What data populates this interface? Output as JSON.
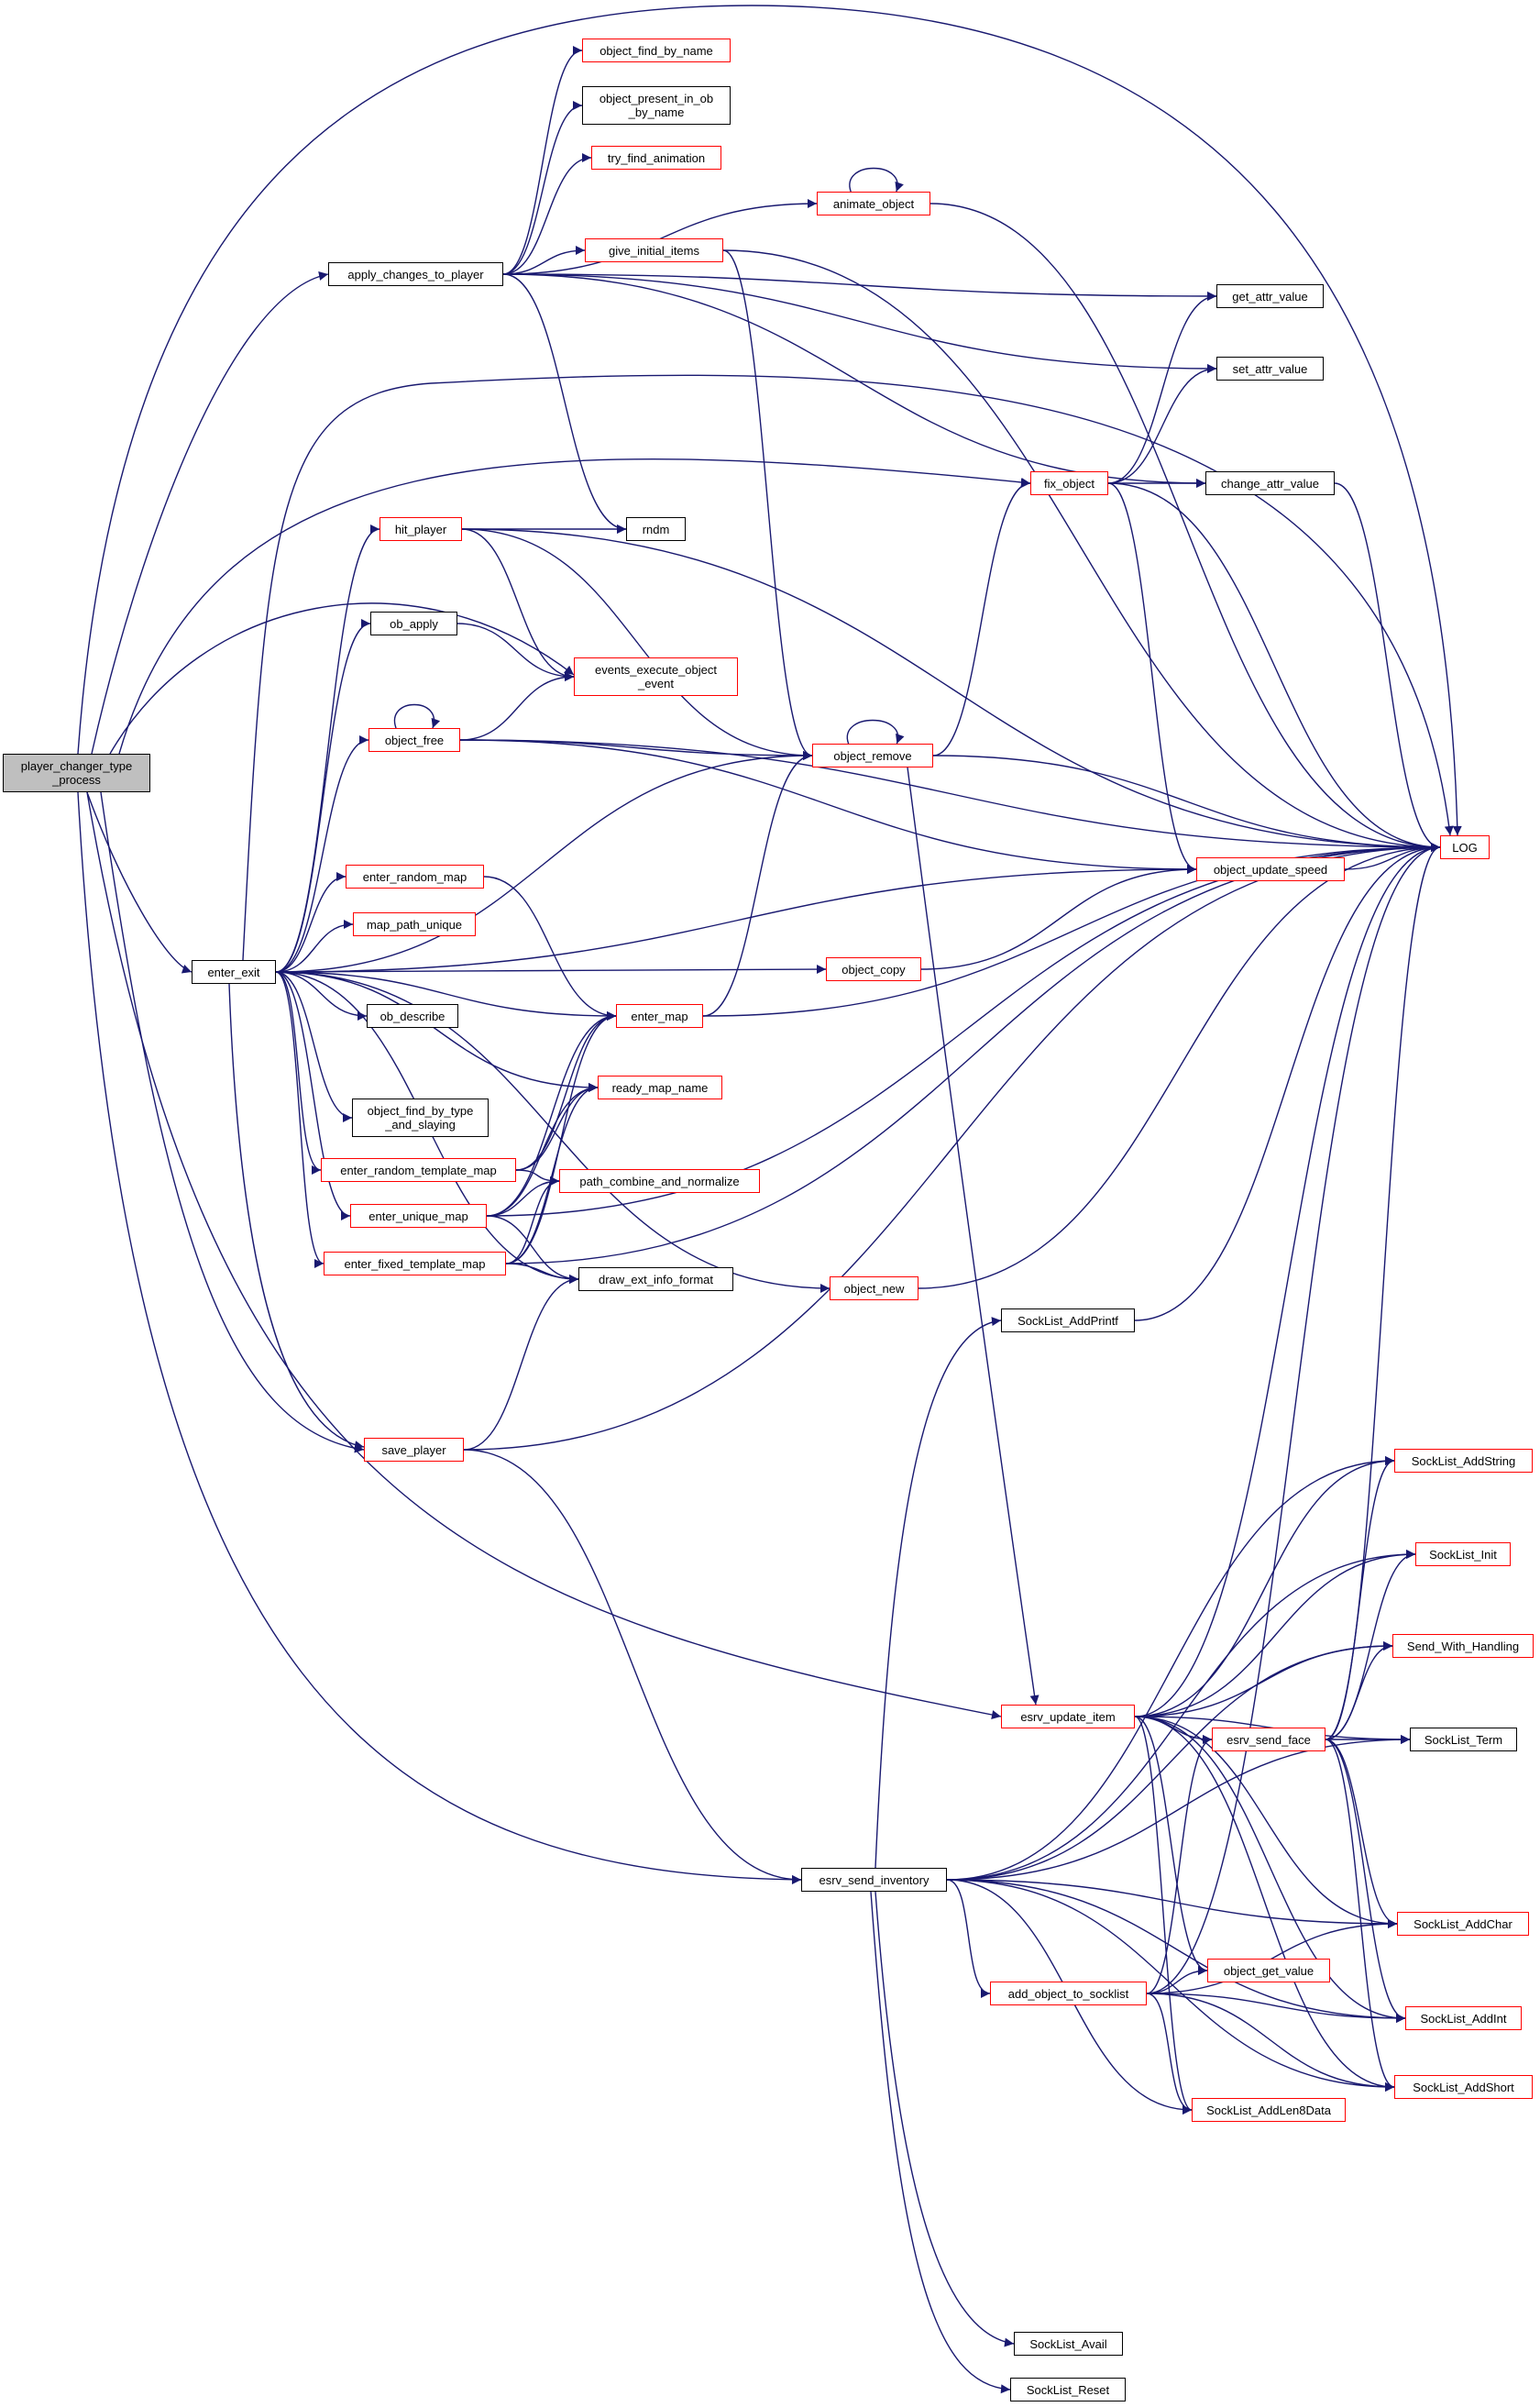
{
  "diagram": {
    "edge_color": "#191970",
    "nodes": [
      {
        "label": "player_changer_type\n_process",
        "border": "#000000",
        "fill": "#bfbfbf"
      },
      {
        "label": "apply_changes_to_player",
        "border": "#000000"
      },
      {
        "label": "enter_exit",
        "border": "#000000"
      },
      {
        "label": "save_player",
        "border": "#ff0000"
      },
      {
        "label": "esrv_send_inventory",
        "border": "#000000"
      },
      {
        "label": "object_find_by_name",
        "border": "#ff0000"
      },
      {
        "label": "object_present_in_ob\n_by_name",
        "border": "#000000"
      },
      {
        "label": "try_find_animation",
        "border": "#ff0000"
      },
      {
        "label": "animate_object",
        "border": "#ff0000"
      },
      {
        "label": "give_initial_items",
        "border": "#ff0000"
      },
      {
        "label": "get_attr_value",
        "border": "#000000"
      },
      {
        "label": "set_attr_value",
        "border": "#000000"
      },
      {
        "label": "fix_object",
        "border": "#ff0000"
      },
      {
        "label": "change_attr_value",
        "border": "#000000"
      },
      {
        "label": "rndm",
        "border": "#000000"
      },
      {
        "label": "hit_player",
        "border": "#ff0000"
      },
      {
        "label": "ob_apply",
        "border": "#000000"
      },
      {
        "label": "events_execute_object\n_event",
        "border": "#ff0000"
      },
      {
        "label": "object_free",
        "border": "#ff0000"
      },
      {
        "label": "object_remove",
        "border": "#ff0000"
      },
      {
        "label": "LOG",
        "border": "#ff0000"
      },
      {
        "label": "object_update_speed",
        "border": "#ff0000"
      },
      {
        "label": "enter_random_map",
        "border": "#ff0000"
      },
      {
        "label": "map_path_unique",
        "border": "#ff0000"
      },
      {
        "label": "object_copy",
        "border": "#ff0000"
      },
      {
        "label": "ob_describe",
        "border": "#000000"
      },
      {
        "label": "enter_map",
        "border": "#ff0000"
      },
      {
        "label": "object_find_by_type\n_and_slaying",
        "border": "#000000"
      },
      {
        "label": "ready_map_name",
        "border": "#ff0000"
      },
      {
        "label": "enter_random_template_map",
        "border": "#ff0000"
      },
      {
        "label": "path_combine_and_normalize",
        "border": "#ff0000"
      },
      {
        "label": "enter_unique_map",
        "border": "#ff0000"
      },
      {
        "label": "enter_fixed_template_map",
        "border": "#ff0000"
      },
      {
        "label": "draw_ext_info_format",
        "border": "#000000"
      },
      {
        "label": "object_new",
        "border": "#ff0000"
      },
      {
        "label": "SockList_AddPrintf",
        "border": "#000000"
      },
      {
        "label": "SockList_AddString",
        "border": "#ff0000"
      },
      {
        "label": "SockList_Init",
        "border": "#ff0000"
      },
      {
        "label": "Send_With_Handling",
        "border": "#ff0000"
      },
      {
        "label": "esrv_update_item",
        "border": "#ff0000"
      },
      {
        "label": "esrv_send_face",
        "border": "#ff0000"
      },
      {
        "label": "SockList_Term",
        "border": "#000000"
      },
      {
        "label": "SockList_AddChar",
        "border": "#ff0000"
      },
      {
        "label": "object_get_value",
        "border": "#ff0000"
      },
      {
        "label": "add_object_to_socklist",
        "border": "#ff0000"
      },
      {
        "label": "SockList_AddInt",
        "border": "#ff0000"
      },
      {
        "label": "SockList_AddShort",
        "border": "#ff0000"
      },
      {
        "label": "SockList_AddLen8Data",
        "border": "#ff0000"
      },
      {
        "label": "SockList_Avail",
        "border": "#000000"
      },
      {
        "label": "SockList_Reset",
        "border": "#000000"
      }
    ],
    "edges": [
      [
        0,
        1
      ],
      [
        0,
        2
      ],
      [
        0,
        3
      ],
      [
        0,
        4
      ],
      [
        0,
        12
      ],
      [
        0,
        17
      ],
      [
        0,
        20
      ],
      [
        0,
        39
      ],
      [
        1,
        5
      ],
      [
        1,
        6
      ],
      [
        1,
        7
      ],
      [
        1,
        8
      ],
      [
        1,
        9
      ],
      [
        1,
        10
      ],
      [
        1,
        11
      ],
      [
        1,
        13
      ],
      [
        1,
        14
      ],
      [
        8,
        8
      ],
      [
        8,
        20
      ],
      [
        9,
        20
      ],
      [
        9,
        19
      ],
      [
        12,
        10
      ],
      [
        12,
        11
      ],
      [
        12,
        13
      ],
      [
        12,
        20
      ],
      [
        12,
        21
      ],
      [
        13,
        20
      ],
      [
        15,
        14
      ],
      [
        15,
        17
      ],
      [
        15,
        20
      ],
      [
        15,
        19
      ],
      [
        16,
        17
      ],
      [
        18,
        18
      ],
      [
        18,
        17
      ],
      [
        18,
        19
      ],
      [
        18,
        20
      ],
      [
        18,
        21
      ],
      [
        19,
        19
      ],
      [
        19,
        12
      ],
      [
        19,
        20
      ],
      [
        19,
        39
      ],
      [
        21,
        20
      ],
      [
        2,
        20
      ],
      [
        2,
        15
      ],
      [
        2,
        16
      ],
      [
        2,
        19
      ],
      [
        2,
        18
      ],
      [
        2,
        22
      ],
      [
        2,
        23
      ],
      [
        2,
        24
      ],
      [
        2,
        25
      ],
      [
        2,
        26
      ],
      [
        2,
        27
      ],
      [
        2,
        28
      ],
      [
        2,
        29
      ],
      [
        2,
        31
      ],
      [
        2,
        32
      ],
      [
        2,
        33
      ],
      [
        2,
        34
      ],
      [
        2,
        3
      ],
      [
        2,
        21
      ],
      [
        22,
        26
      ],
      [
        24,
        21
      ],
      [
        26,
        19
      ],
      [
        26,
        20
      ],
      [
        29,
        26
      ],
      [
        29,
        28
      ],
      [
        29,
        30
      ],
      [
        31,
        26
      ],
      [
        31,
        28
      ],
      [
        31,
        30
      ],
      [
        31,
        20
      ],
      [
        31,
        33
      ],
      [
        32,
        26
      ],
      [
        32,
        28
      ],
      [
        32,
        30
      ],
      [
        32,
        20
      ],
      [
        32,
        33
      ],
      [
        34,
        20
      ],
      [
        3,
        33
      ],
      [
        3,
        20
      ],
      [
        3,
        4
      ],
      [
        4,
        35
      ],
      [
        4,
        36
      ],
      [
        4,
        37
      ],
      [
        4,
        38
      ],
      [
        4,
        41
      ],
      [
        4,
        42
      ],
      [
        4,
        45
      ],
      [
        4,
        46
      ],
      [
        4,
        47
      ],
      [
        4,
        44
      ],
      [
        4,
        48
      ],
      [
        4,
        49
      ],
      [
        35,
        20
      ],
      [
        39,
        20
      ],
      [
        39,
        36
      ],
      [
        39,
        37
      ],
      [
        39,
        38
      ],
      [
        39,
        40
      ],
      [
        39,
        41
      ],
      [
        39,
        42
      ],
      [
        39,
        43
      ],
      [
        39,
        45
      ],
      [
        39,
        46
      ],
      [
        39,
        47
      ],
      [
        40,
        20
      ],
      [
        40,
        36
      ],
      [
        40,
        37
      ],
      [
        40,
        38
      ],
      [
        40,
        41
      ],
      [
        40,
        42
      ],
      [
        40,
        45
      ],
      [
        40,
        46
      ],
      [
        44,
        40
      ],
      [
        44,
        43
      ],
      [
        44,
        42
      ],
      [
        44,
        45
      ],
      [
        44,
        46
      ],
      [
        44,
        47
      ],
      [
        44,
        20
      ]
    ]
  }
}
